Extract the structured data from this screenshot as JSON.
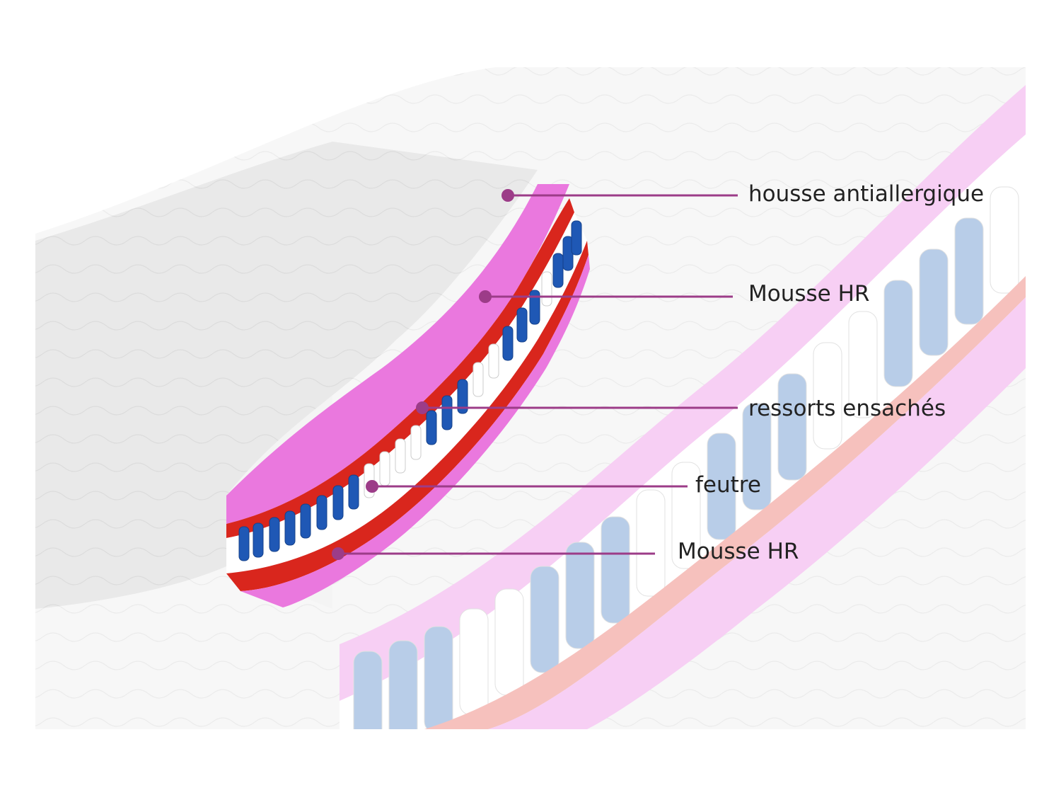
{
  "colors": {
    "accent_line": "#9c3c88",
    "foam_pink": "#ec7fe0",
    "foam_pink_light": "#f7c2f1",
    "felt_red": "#d9261d",
    "felt_red_light": "#ef9d97",
    "spring_blue": "#1f58b5",
    "spring_blue_light": "#7fa6d6",
    "cover_gray": "#e8e8e8",
    "label_text": "#222222"
  },
  "callouts": [
    {
      "id": "cover",
      "label": "housse antiallergique"
    },
    {
      "id": "foam-top",
      "label": "Mousse HR"
    },
    {
      "id": "springs",
      "label": "ressorts ensachés"
    },
    {
      "id": "felt",
      "label": "feutre"
    },
    {
      "id": "foam-bottom",
      "label": "Mousse HR"
    }
  ]
}
